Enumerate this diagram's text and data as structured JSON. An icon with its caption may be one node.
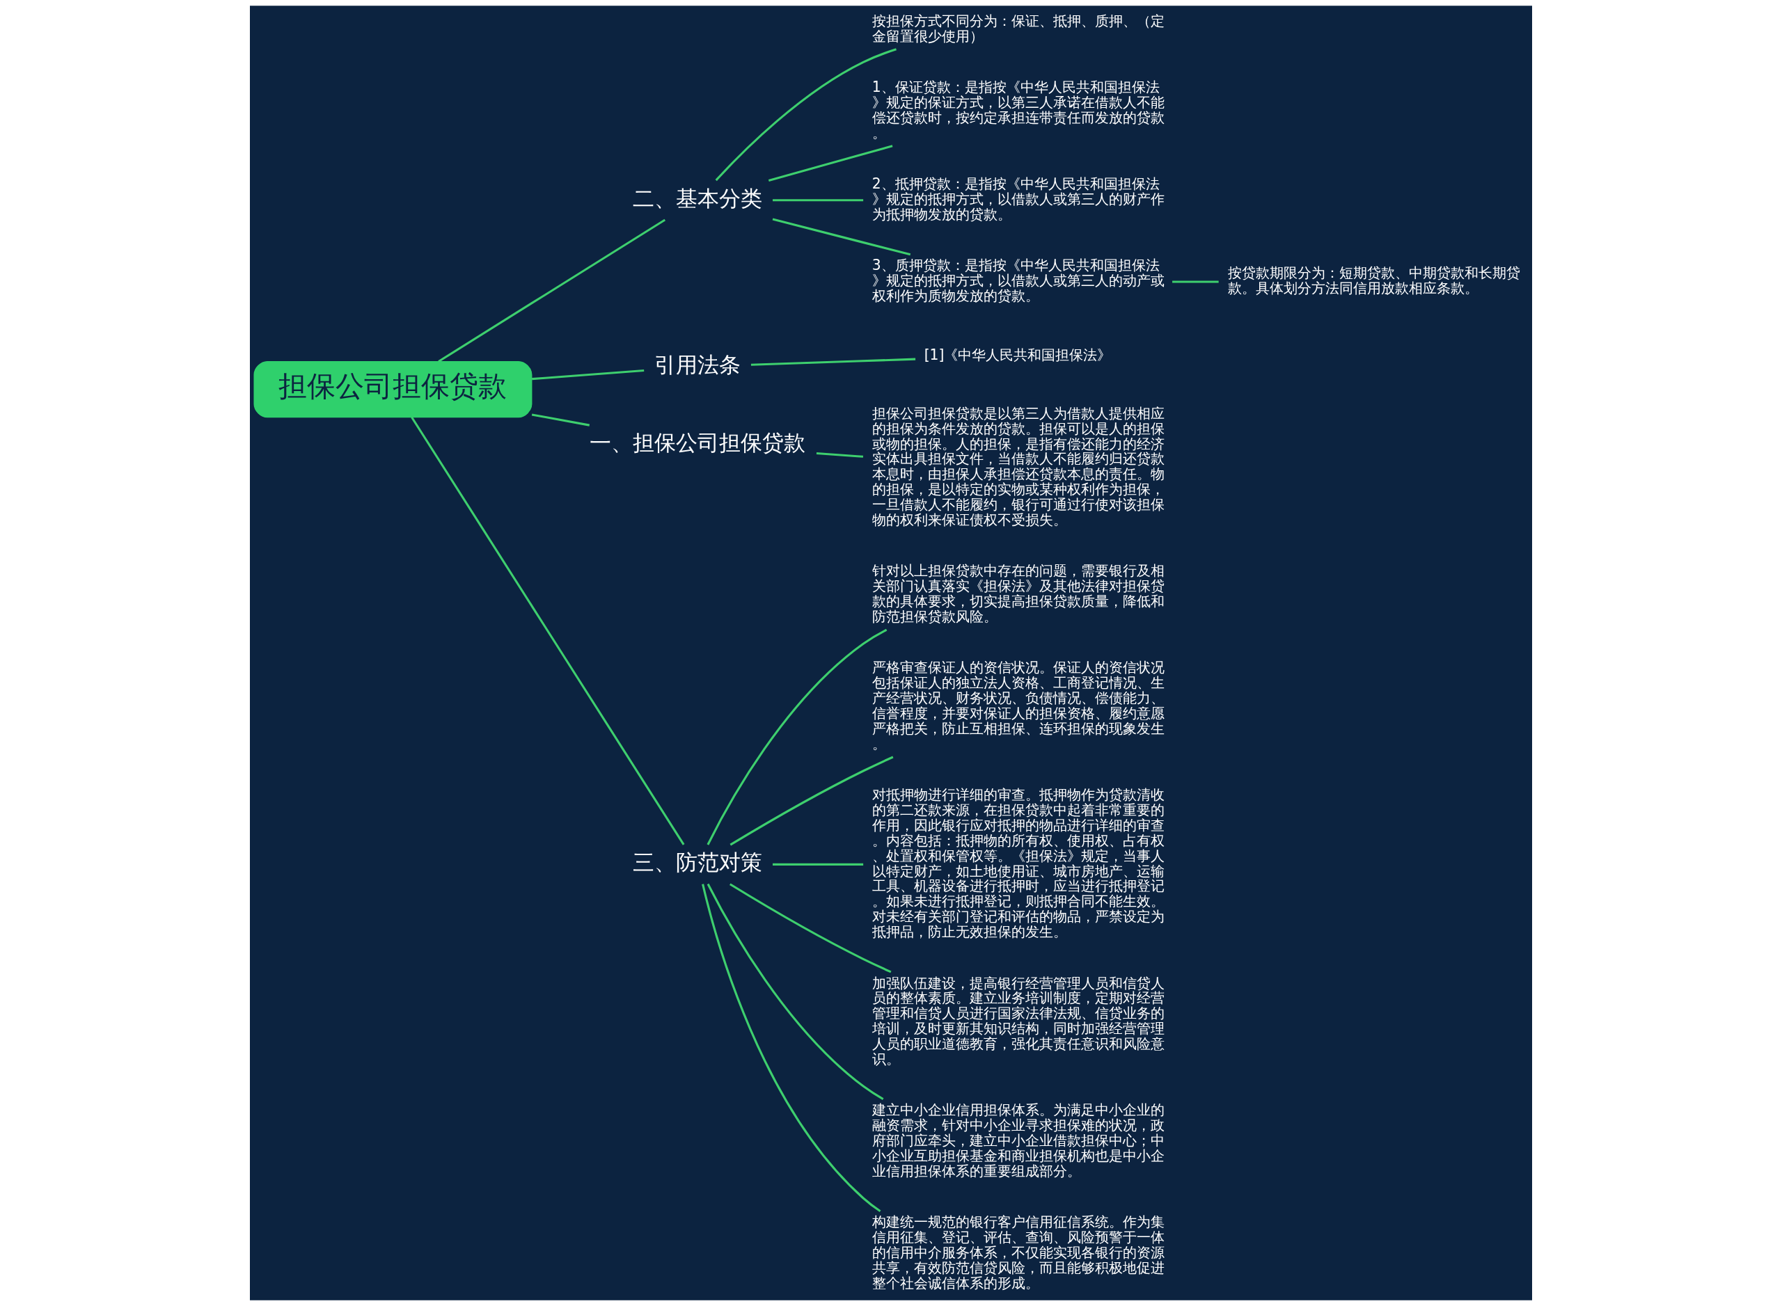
{
  "diagram": {
    "nodes": [
      {
        "text": [
          "担保公司担保贷款"
        ]
      },
      {
        "text": [
          "二、基本分类"
        ]
      },
      {
        "text": [
          "按担保方式不同分为：保证、抵押、质押、（定金留置很少使用）"
        ]
      },
      {
        "text": [
          "1、保证贷款：是指按《中华人民共和国担保法》规定的保证方式，以第三人承诺在借款人不能偿还贷款时，按约定承担连带责任而发放的贷款。"
        ]
      },
      {
        "text": [
          "2、抵押贷款：是指按《中华人民共和国担保法》规定的抵押方式，以借款人或第三人的财产作为抵押物发放的贷款。"
        ]
      },
      {
        "text": [
          "3、质押贷款：是指按《中华人民共和国担保法》规定的抵押方式，以借款人或第三人的动产或权利作为质物发放的贷款。"
        ]
      },
      {
        "text": [
          "按贷款期限分为：短期贷款、中期贷款和长期贷款。具体划分方法同信用放款相应条款。"
        ]
      },
      {
        "text": [
          "引用法条"
        ]
      },
      {
        "text": [
          "[1]《中华人民共和国担保法》"
        ]
      },
      {
        "text": [
          "一、担保公司担保贷款"
        ]
      },
      {
        "text": [
          "担保公司担保贷款是以第三人为借款人提供相应的担保为条件发放的贷款。担保可以是人的担保或物的担保。人的担保，是指有偿还能力的经济实体出具担保文件，当借款人不能履约归还贷款本息时，由担保人承担偿还贷款本息的责任。物的担保，是以特定的实物或某种权利作为担保，一旦借款人不能履约，银行可通过行使对该担保物的权利来保证债权不受损失。"
        ]
      },
      {
        "text": [
          "三、防范对策"
        ]
      },
      {
        "text": [
          "针对以上担保贷款中存在的问题，需要银行及相关部门认真落实《担保法》及其他法律对担保贷款的具体要求，切实提高担保贷款质量，降低和防范担保贷款风险。"
        ]
      },
      {
        "text": [
          "严格审查保证人的资信状况。保证人的资信状况包括保证人的独立法人资格、工商登记情况、生产经营状况、财务状况、负债情况、偿债能力、信誉程度，并要对保证人的担保资格、履约意愿严格把关，防止互相担保、连环担保的现象发生。"
        ]
      },
      {
        "text": [
          "对抵押物进行详细的审查。抵押物作为贷款清收的第二还款来源，在担保贷款中起着非常重要的作用，因此银行应对抵押的物品进行详细的审查。内容包括：抵押物的所有权、使用权、占有权、处置权和保管权等。《担保法》规定，当事人以特定财产，如土地使用证、城市房地产、运输工具、机器设备进行抵押时，应当进行抵押登记。如果未进行抵押登记，则抵押合同不能生效。对未经有关部门登记和评估的物品，严禁设定为抵押品，防止无效担保的发生。"
        ]
      },
      {
        "text": [
          "加强队伍建设，提高银行经营管理人员和信贷人员的整体素质。建立业务培训制度，定期对经营管理和信贷人员进行国家法律法规、信贷业务的培训，及时更新其知识结构，同时加强经营管理人员的职业道德教育，强化其责任意识和风险意识。"
        ]
      },
      {
        "text": [
          "建立中小企业信用担保体系。为满足中小企业的融资需求，针对中小企业寻求担保难的状况，政府部门应牵头，建立中小企业借款担保中心；中小企业互助担保基金和商业担保机构也是中小企业信用担保体系的重要组成部分。"
        ]
      },
      {
        "text": [
          "构建统一规范的银行客户信用征信系统。作为集信用征集、登记、评估、查询、风险预警于一体的信用中介服务体系，不仅能实现各银行的资源共享，有效防范信贷风险，而且能够积极地促进整个社会诚信体系的形成。"
        ]
      }
    ],
    "edges": [
      {
        "from": 0,
        "to": 1,
        "arrow": "none"
      },
      {
        "from": 1,
        "to": 2,
        "arrow": "none"
      },
      {
        "from": 1,
        "to": 3,
        "arrow": "none"
      },
      {
        "from": 1,
        "to": 4,
        "arrow": "none"
      },
      {
        "from": 1,
        "to": 5,
        "arrow": "none"
      },
      {
        "from": 5,
        "to": 6,
        "arrow": "none"
      },
      {
        "from": 0,
        "to": 7,
        "arrow": "none"
      },
      {
        "from": 7,
        "to": 8,
        "arrow": "none"
      },
      {
        "from": 0,
        "to": 9,
        "arrow": "none"
      },
      {
        "from": 9,
        "to": 10,
        "arrow": "none"
      },
      {
        "from": 0,
        "to": 11,
        "arrow": "none"
      },
      {
        "from": 11,
        "to": 12,
        "arrow": "none"
      },
      {
        "from": 11,
        "to": 13,
        "arrow": "none"
      },
      {
        "from": 11,
        "to": 14,
        "arrow": "none"
      },
      {
        "from": 11,
        "to": 15,
        "arrow": "none"
      },
      {
        "from": 11,
        "to": 16,
        "arrow": "none"
      },
      {
        "from": 11,
        "to": 17,
        "arrow": "none"
      }
    ]
  }
}
